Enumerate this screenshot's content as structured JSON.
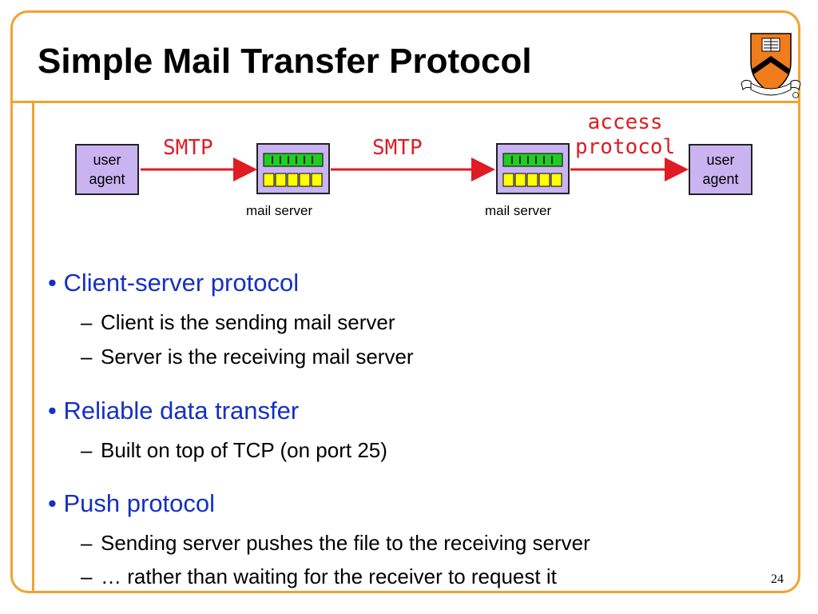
{
  "slide": {
    "title": "Simple Mail Transfer Protocol",
    "page_number": "24"
  },
  "diagram": {
    "left_agent": [
      "user",
      "agent"
    ],
    "right_agent": [
      "user",
      "agent"
    ],
    "server_left_label": "mail server",
    "server_right_label": "mail server",
    "protocol_1": "SMTP",
    "protocol_2": "SMTP",
    "protocol_3": [
      "access",
      "protocol"
    ],
    "colors": {
      "agent_box": "#c9b3f0",
      "server_box": "#c9b3f0",
      "queue_green": "#22cc22",
      "queue_yellow": "#ffff00",
      "arrow": "#e01b24"
    }
  },
  "bullets": [
    {
      "text": "Client-server protocol",
      "sub": [
        "Client is the sending mail server",
        "Server is the receiving mail server"
      ]
    },
    {
      "text": "Reliable data transfer",
      "sub": [
        "Built on top of TCP (on port 25)"
      ]
    },
    {
      "text": "Push protocol",
      "sub": [
        "Sending server pushes the file to the receiving server",
        "… rather than waiting for the receiver to request it"
      ]
    }
  ],
  "bullet_glyph": "•",
  "dash_glyph": "–",
  "logo": {
    "icon": "princeton-shield-icon",
    "colors": {
      "shield": "#f07c1c",
      "chevron": "#000000"
    }
  }
}
